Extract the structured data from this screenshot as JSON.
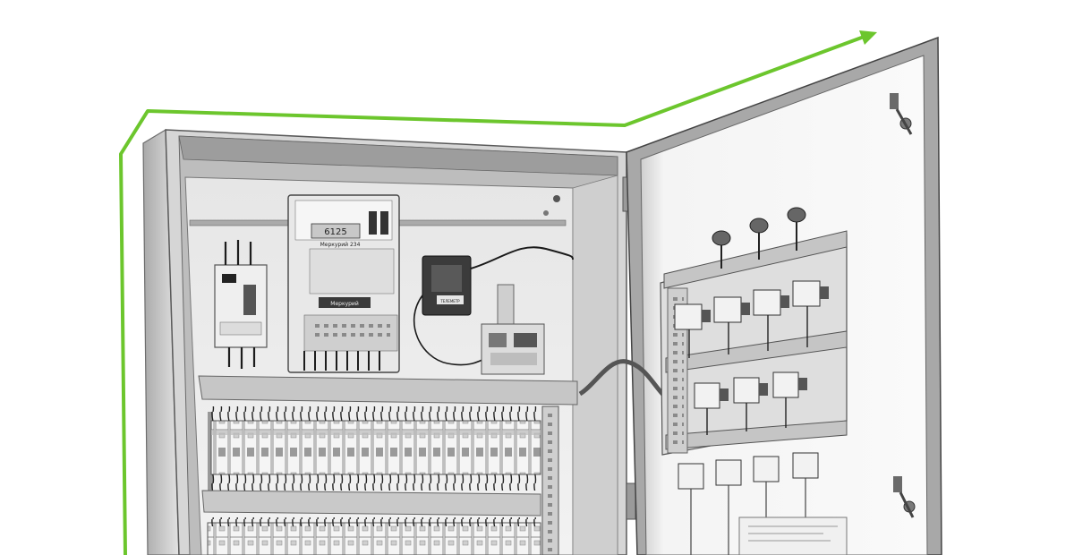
{
  "scene": {
    "subject": "open-electrical-control-cabinet",
    "style": "grayscale-photo-with-green-accent-outline"
  },
  "colors": {
    "accent_outline": "#6cc62d",
    "cabinet_steel": "#d9d9d9",
    "cabinet_shadow": "#8e8e8e",
    "mounting_plate": "#ececec",
    "component_dark": "#3a3a3a",
    "background": "#ffffff"
  },
  "labels": {
    "meter_display": "6125",
    "meter_brand": "Меркурий",
    "meter_model_tag": "Меркурий 234",
    "meter_seal_tag": "Меркурий",
    "antenna_label": "ТЕЛЕМЕТР"
  }
}
